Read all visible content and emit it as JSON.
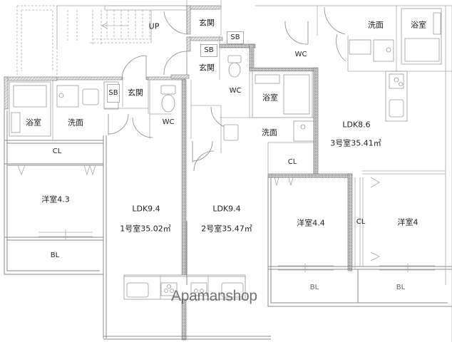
{
  "floorplan": {
    "watermark": "Apamanshop",
    "stairs": {
      "label": "UP"
    },
    "units": [
      {
        "id": "unit1",
        "summary": "1号室35.02㎡",
        "ldk": "LDK9.4",
        "rooms": {
          "entrance": "玄関",
          "shoe_box": "SB",
          "bath": "浴室",
          "washroom": "洗面",
          "toilet": "WC",
          "closet": "CL",
          "western_room": "洋室4.3",
          "balcony": "BL"
        }
      },
      {
        "id": "unit2",
        "summary": "2号室35.47㎡",
        "ldk": "LDK9.4",
        "rooms": {
          "entrance": "玄関",
          "shoe_box": "SB",
          "bath": "浴室",
          "washroom": "洗面",
          "toilet": "WC",
          "closet": "CL",
          "western_room": "洋室4.4",
          "balcony": "BL"
        }
      },
      {
        "id": "unit3",
        "summary": "3号室35.41㎡",
        "ldk": "LDK8.6",
        "rooms": {
          "entrance": "玄関",
          "shoe_box": "SB",
          "bath": "浴室",
          "washroom": "洗面",
          "toilet": "WC",
          "closet": "CL",
          "western_room": "洋室4",
          "balcony": "BL"
        }
      }
    ]
  }
}
